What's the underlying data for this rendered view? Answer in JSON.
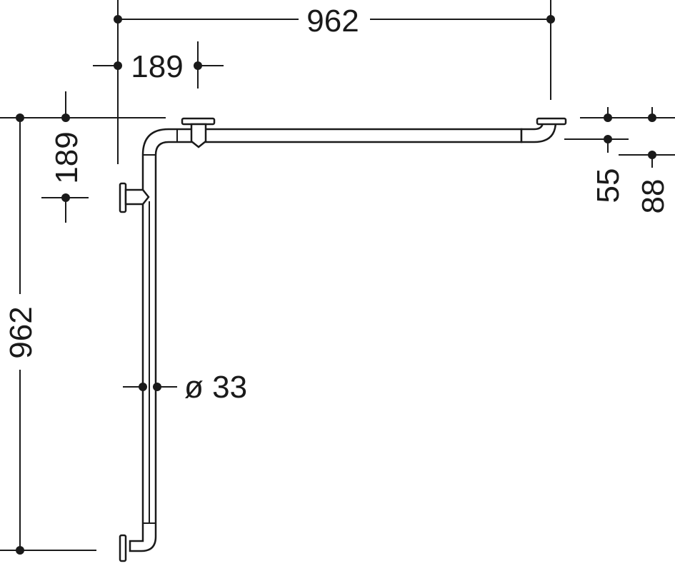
{
  "dimensions": {
    "top_width": "962",
    "top_offset": "189",
    "left_offset": "189",
    "left_height": "962",
    "diameter": "ø 33",
    "right_a": "55",
    "right_b": "88"
  },
  "colors": {
    "ink": "#1a1a1a",
    "background": "#ffffff"
  }
}
